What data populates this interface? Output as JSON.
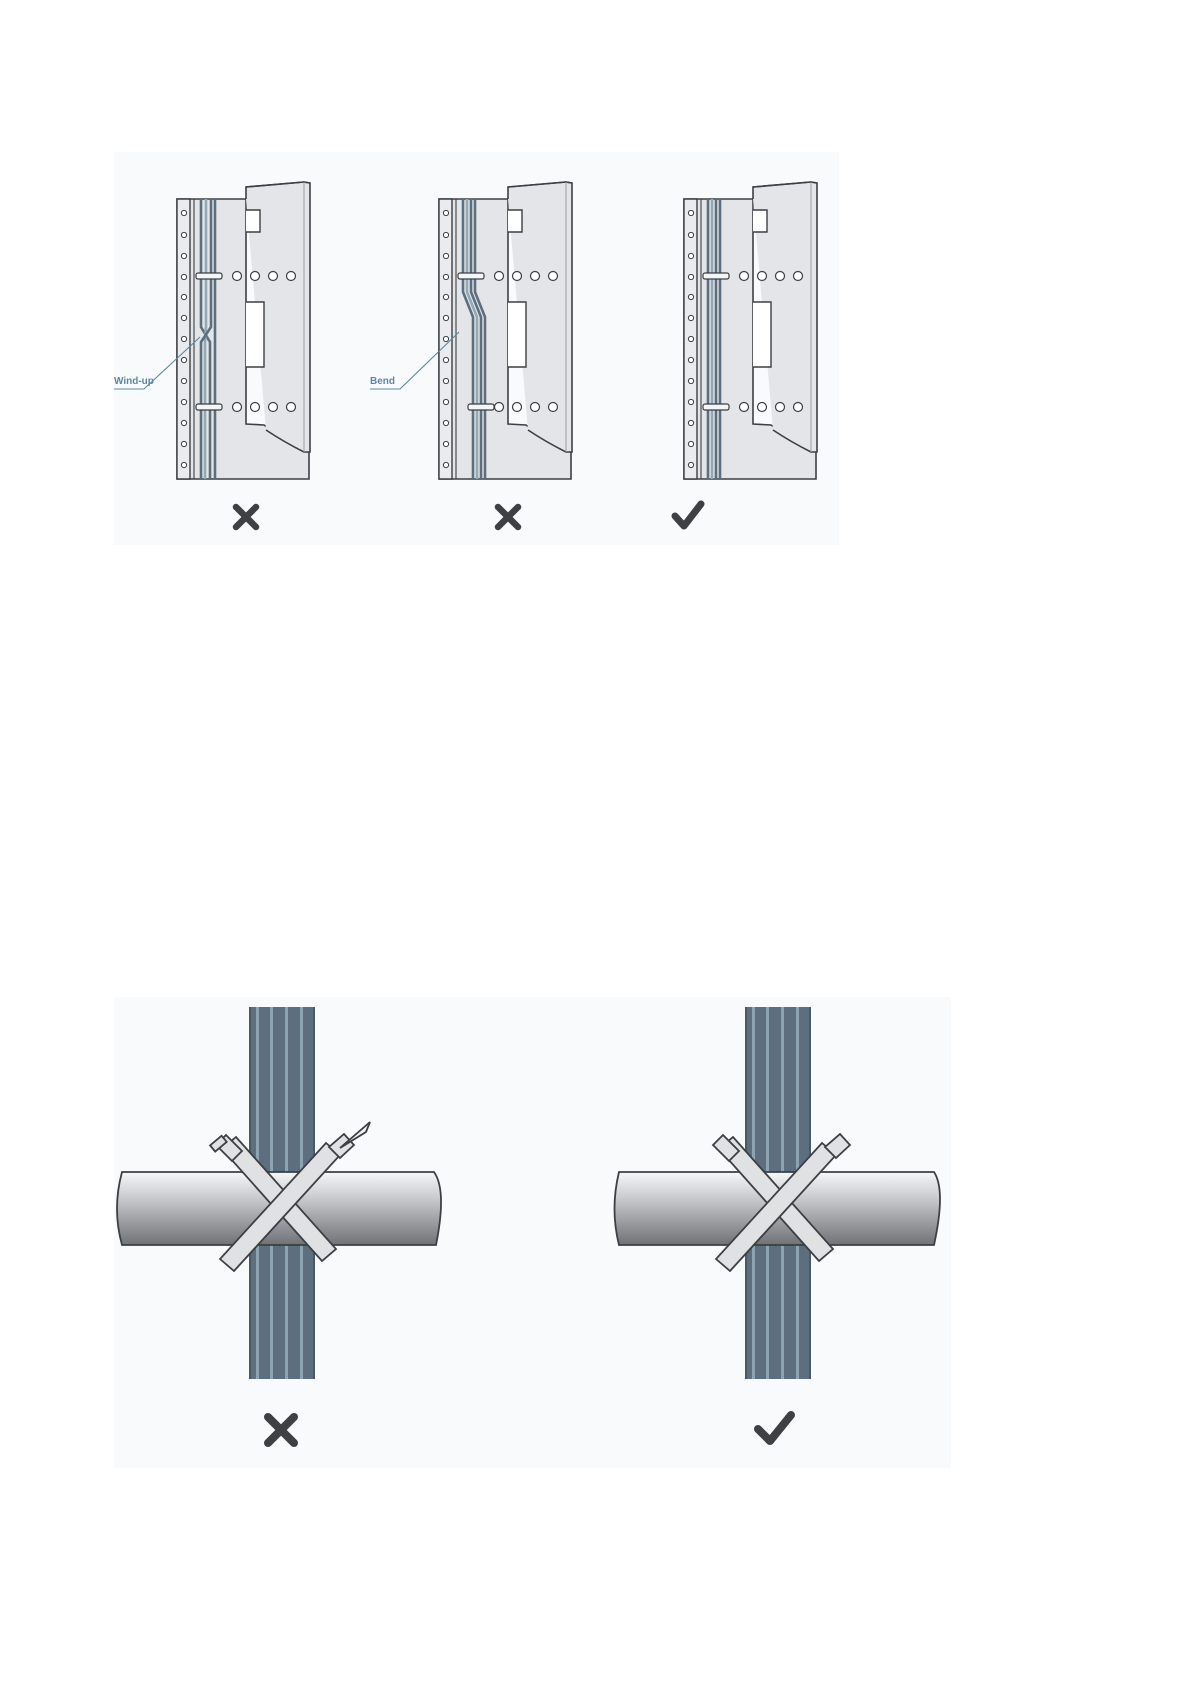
{
  "top_figure": {
    "panels": [
      {
        "id": "wind-up",
        "label": "Wind-up",
        "verdict": "incorrect"
      },
      {
        "id": "bend",
        "label": "Bend",
        "verdict": "incorrect"
      },
      {
        "id": "correct",
        "label": "",
        "verdict": "correct"
      }
    ]
  },
  "bottom_figure": {
    "panels": [
      {
        "id": "tie-tail-uncut",
        "verdict": "incorrect"
      },
      {
        "id": "tie-tail-trimmed",
        "verdict": "correct"
      }
    ]
  },
  "colors": {
    "panel_bg": "#f9fafb",
    "rack": "#e3e5e8",
    "outline": "#3c3f43",
    "cable_dark": "#5d6f7e",
    "cable_light": "#93a7b5",
    "callout": "#5c88a4",
    "mark": "#3e4043"
  }
}
